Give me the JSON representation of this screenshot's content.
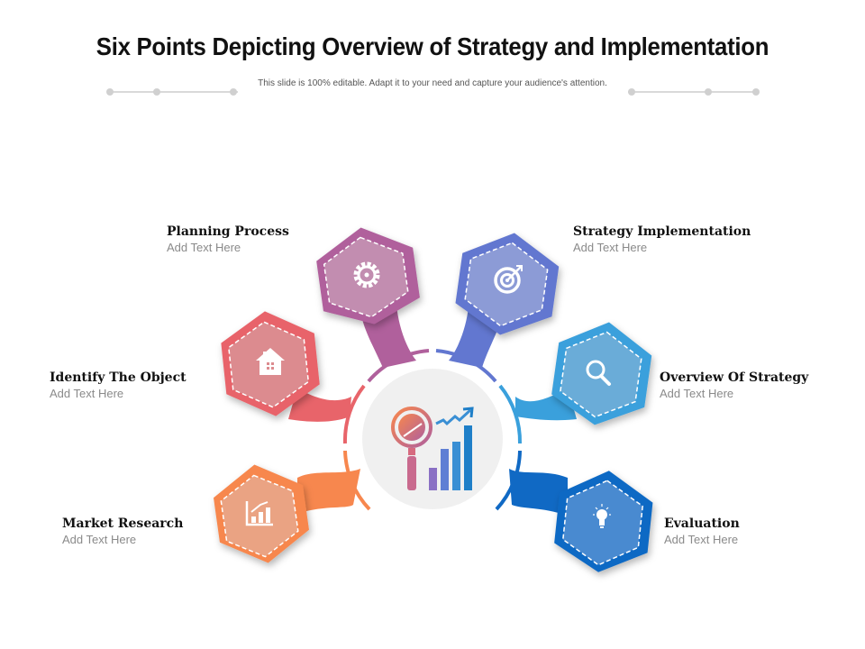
{
  "slide": {
    "title": "Six Points Depicting Overview of Strategy and Implementation",
    "subtitle": "This slide is 100% editable. Adapt it to your need and capture your audience's attention."
  },
  "center": {
    "icon": "magnifier-growth-chart-icon"
  },
  "points": [
    {
      "id": "market-research",
      "title": "Market Research",
      "text": "Add Text Here",
      "icon": "bar-chart-growth-icon",
      "color": "#f7874e"
    },
    {
      "id": "identify-the-object",
      "title": "Identify The Object",
      "text": "Add Text Here",
      "icon": "house-icon",
      "color": "#e8646a"
    },
    {
      "id": "planning-process",
      "title": "Planning Process",
      "text": "Add Text Here",
      "icon": "gear-icon",
      "color": "#b0609c"
    },
    {
      "id": "strategy-implementation",
      "title": "Strategy Implementation",
      "text": "Add Text Here",
      "icon": "target-icon",
      "color": "#6277d0"
    },
    {
      "id": "overview-of-strategy",
      "title": "Overview Of Strategy",
      "text": "Add Text Here",
      "icon": "search-icon",
      "color": "#3aa0dc"
    },
    {
      "id": "evaluation",
      "title": "Evaluation",
      "text": "Add Text Here",
      "icon": "lightbulb-icon",
      "color": "#1069c4"
    }
  ]
}
